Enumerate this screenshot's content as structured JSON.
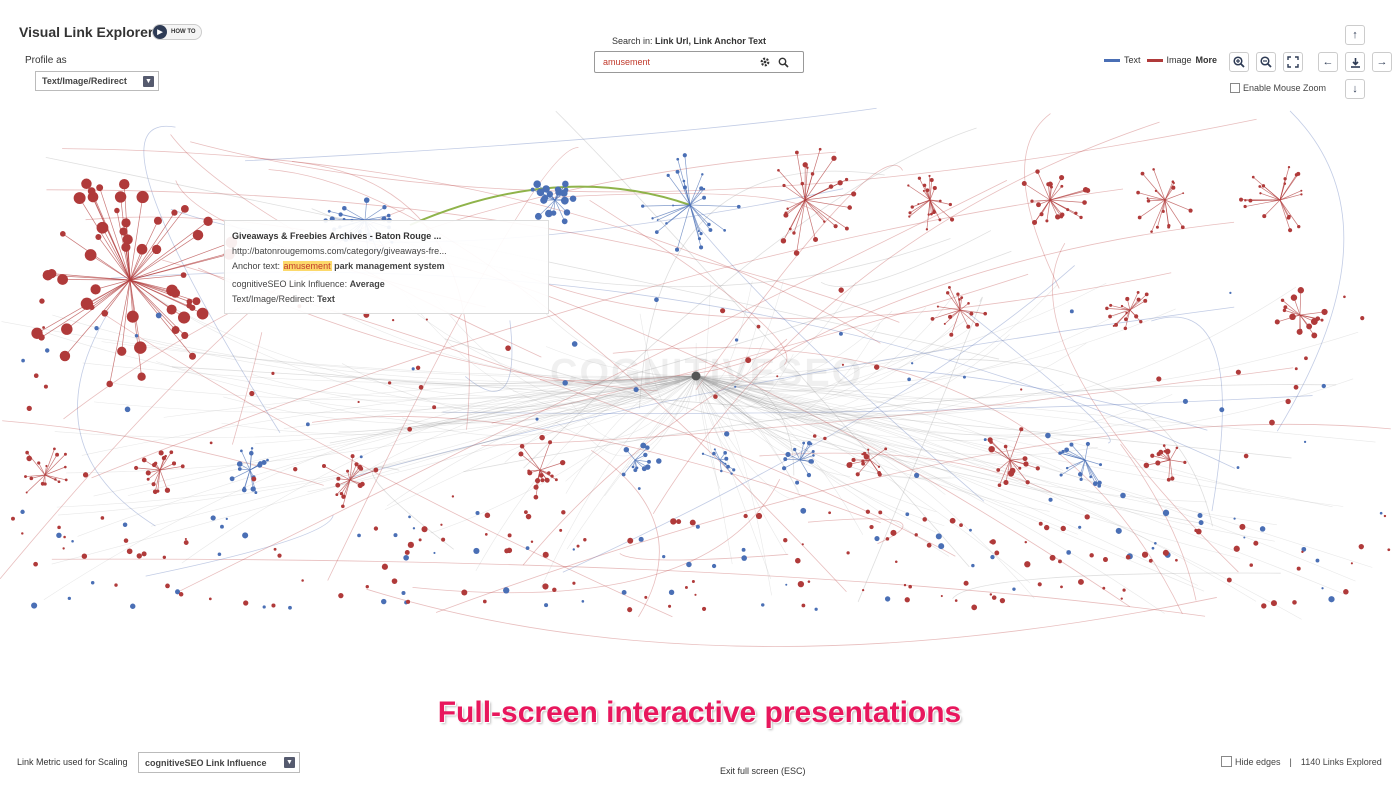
{
  "header": {
    "title": "Visual Link Explorer",
    "howto_label": "HOW TO",
    "profile_label": "Profile as",
    "profile_value": "Text/Image/Redirect"
  },
  "search": {
    "label_prefix": "Search in:",
    "label_targets": "Link Url, Link Anchor Text",
    "value": "amusement"
  },
  "legend": {
    "text_label": "Text",
    "image_label": "Image",
    "more_label": "More",
    "text_color": "#4a6fb5",
    "image_color": "#b03a3a"
  },
  "controls": {
    "zoom_in_icon": "zoom-in-icon",
    "zoom_out_icon": "zoom-out-icon",
    "fullscreen_icon": "fullscreen-icon",
    "enable_mouse_zoom_label": "Enable Mouse Zoom"
  },
  "tooltip": {
    "title": "Giveaways & Freebies Archives - Baton Rouge ...",
    "url": "http://batonrougemoms.com/category/giveaways-fre...",
    "anchor_prefix": "Anchor text:",
    "anchor_highlight": "amusement",
    "anchor_rest": " park management system",
    "influence_label": "cognitiveSEO Link Influence:",
    "influence_value": "Average",
    "type_label": "Text/Image/Redirect:",
    "type_value": "Text"
  },
  "watermark": "COGNITIVESEO",
  "promo_text": "Full-screen interactive presentations",
  "footer": {
    "metric_label": "Link Metric used for Scaling",
    "metric_value": "cognitiveSEO Link Influence",
    "exit_label": "Exit full screen (ESC)",
    "hide_edges_label": "Hide edges",
    "separator": "|",
    "links_explored": "1140 Links Explored"
  }
}
